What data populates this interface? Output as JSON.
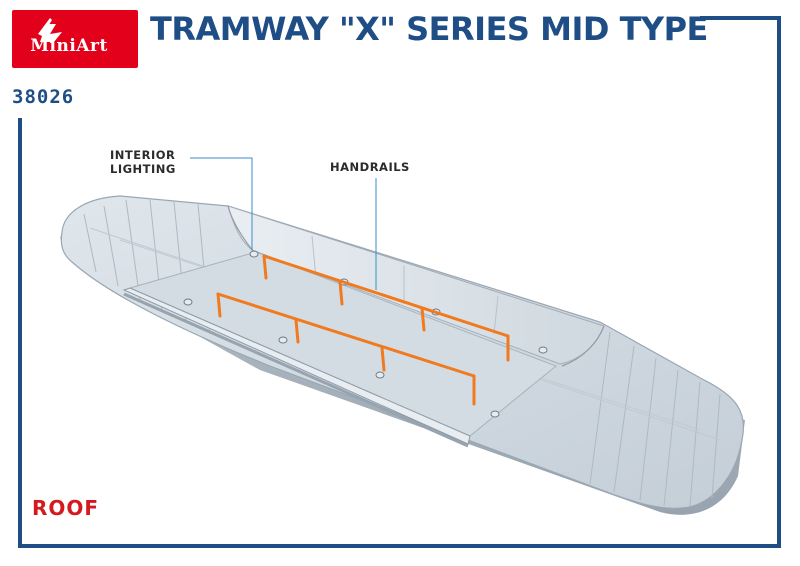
{
  "brand": {
    "logo_text": "MiniArt",
    "accent_color": "#e2001a"
  },
  "header": {
    "title": "TRAMWAY \"X\" SERIES MID TYPE",
    "kit_code": "38026"
  },
  "callouts": {
    "interior_lighting_line1": "INTERIOR",
    "interior_lighting_line2": "LIGHTING",
    "handrails": "HANDRAILS"
  },
  "section": {
    "label": "ROOF"
  },
  "colors": {
    "frame": "#1f4e86",
    "title": "#1f4e86",
    "section_label": "#d4191f",
    "handrail": "#f07a1f",
    "roof": "#cdd7df",
    "leader_line": "#3a8fc8"
  }
}
